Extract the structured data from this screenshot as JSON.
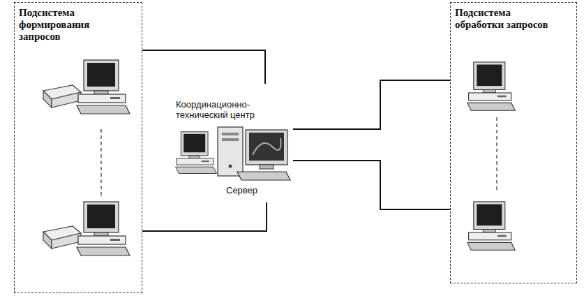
{
  "diagram": {
    "nodes": [
      {
        "text": [
          "Подсистема формирования запросов"
        ]
      },
      {
        "text": [
          "Координационно-технический центр",
          "Сервер"
        ]
      },
      {
        "text": [
          "Подсистема обработки запросов"
        ]
      }
    ],
    "edges": [
      {
        "from": 0,
        "to": 1,
        "arrow": "none"
      },
      {
        "from": 0,
        "to": 1,
        "arrow": "none"
      },
      {
        "from": 1,
        "to": 2,
        "arrow": "none"
      },
      {
        "from": 1,
        "to": 2,
        "arrow": "none"
      }
    ]
  }
}
